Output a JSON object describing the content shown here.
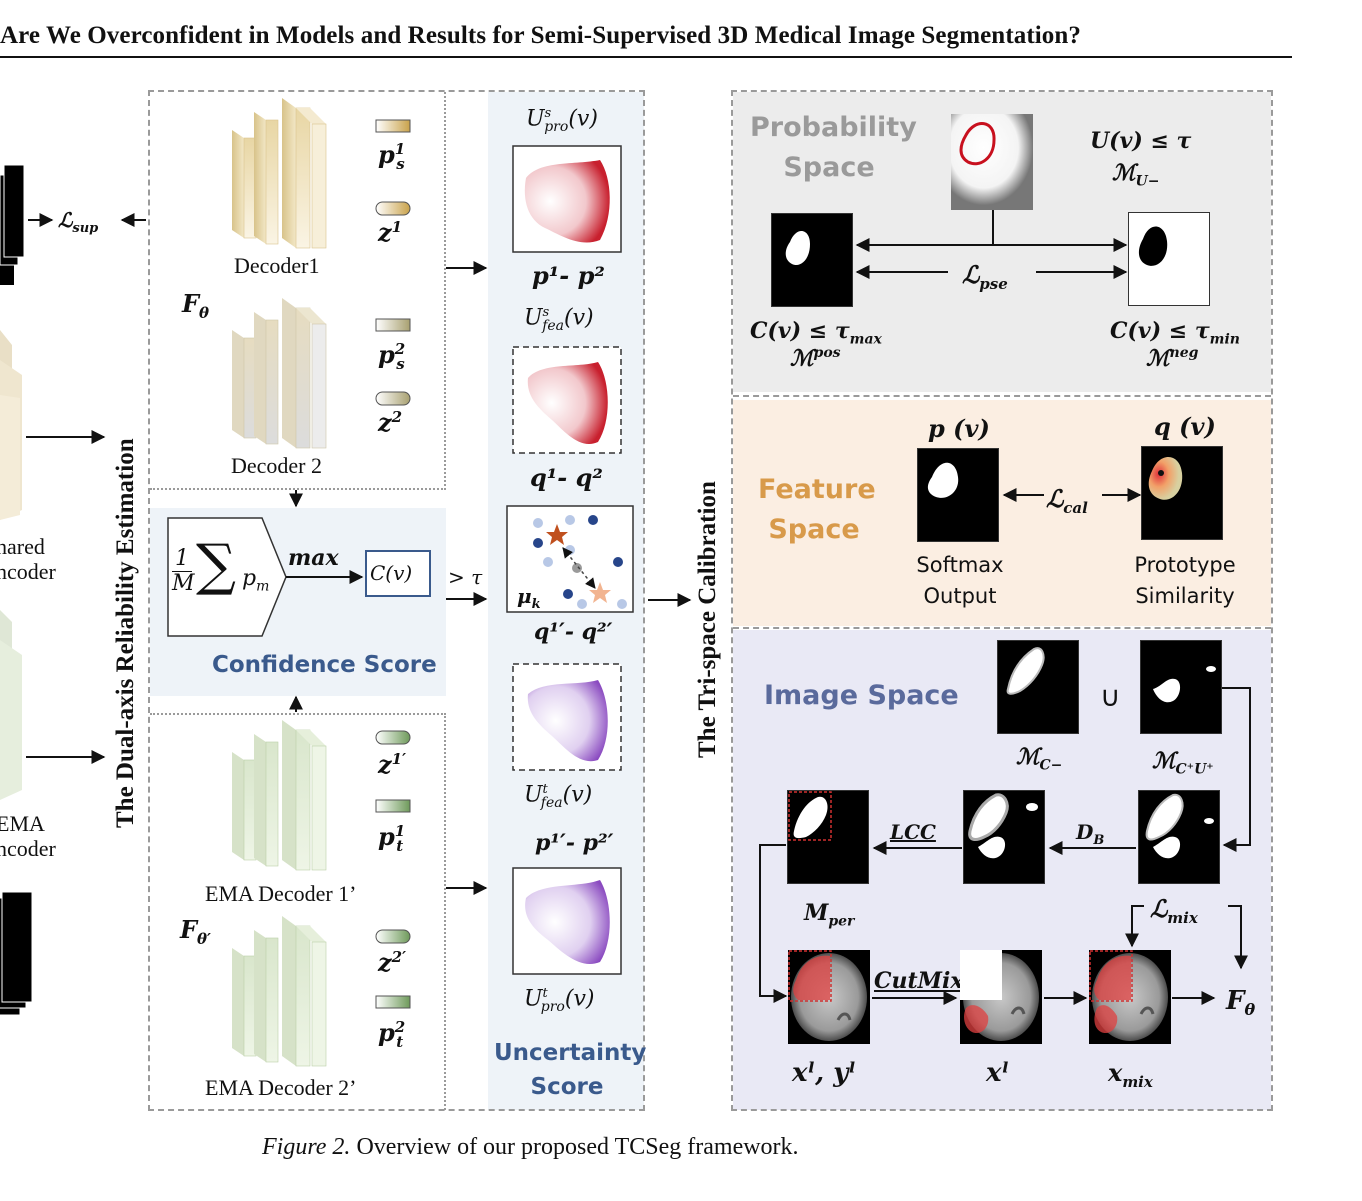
{
  "header": {
    "title": "Are We Overconfident in Models and Results for Semi-Supervised 3D Medical Image Segmentation?"
  },
  "left": {
    "loss_sup": "ℒsup",
    "shared_encoder": [
      "hared",
      "ncoder"
    ],
    "ema_encoder": [
      "EMA",
      "ncoder"
    ]
  },
  "reliability": {
    "vertical_title": "The Dual-axis Reliability Estimation",
    "f_theta": "Fθ",
    "f_theta_prime": "Fθ′",
    "decoder1": {
      "label": "Decoder1",
      "p": "p",
      "p_sub": "s",
      "p_sup": "1",
      "z": "z",
      "z_sup": "1"
    },
    "decoder2": {
      "label": "Decoder 2",
      "p": "p",
      "p_sub": "s",
      "p_sup": "2",
      "z": "z",
      "z_sup": "2"
    },
    "ema_decoder1": {
      "label": "EMA Decoder 1’",
      "z": "z",
      "z_sup": "1′",
      "p": "p",
      "p_sub": "t",
      "p_sup": "1"
    },
    "ema_decoder2": {
      "label": "EMA Decoder 2’",
      "z": "z",
      "z_sup": "2′",
      "p": "p",
      "p_sub": "t",
      "p_sup": "2"
    },
    "confidence": {
      "title": "Confidence Score",
      "frac_num": "1",
      "frac_den": "M",
      "sum": "∑",
      "pm": "p",
      "pm_sub": "m",
      "max": "max",
      "cv": "C(v)",
      "gt_tau": "> τ"
    }
  },
  "uncertainty": {
    "title_line1": "Uncertainty",
    "title_line2": "Score",
    "u_pro_s": {
      "base": "U",
      "sup": "s",
      "sub": "pro",
      "arg": "(v)"
    },
    "p1p2": "p¹- p²",
    "u_fea_s": {
      "base": "U",
      "sup": "s",
      "sub": "fea",
      "arg": "(v)"
    },
    "q1q2": "q¹- q²",
    "mu_k": "μk",
    "q1pq2p": "q¹′- q²′",
    "u_fea_t": {
      "base": "U",
      "sup": "t",
      "sub": "fea",
      "arg": "(v)"
    },
    "p1pp2p": "p¹′- p²′",
    "u_pro_t": {
      "base": "U",
      "sup": "t",
      "sub": "pro",
      "arg": "(v)"
    }
  },
  "calibration": {
    "vertical_title": "The Tri-space Calibration",
    "probability": {
      "title_line1": "Probability",
      "title_line2": "Space",
      "u_le_tau": "U(v) ≤ τ",
      "m_u_minus": "ℳU−",
      "loss_pse": "ℒpse",
      "c_le_tau_max": "C(v) ≤ τmax",
      "m_pos": "ℳpos",
      "c_le_tau_min": "C(v) ≤ τmin",
      "m_neg": "ℳneg"
    },
    "feature": {
      "title_line1": "Feature",
      "title_line2": "Space",
      "p_v": "p (v)",
      "q_v": "q (v)",
      "loss_cal": "ℒcal",
      "softmax_line1": "Softmax",
      "softmax_line2": "Output",
      "proto_line1": "Prototype",
      "proto_line2": "Similarity"
    },
    "image": {
      "title": "Image Space",
      "union": "∪",
      "m_c_minus": "ℳC−",
      "m_cplus_uplus": "ℳC⁺U⁺",
      "lcc": "LCC",
      "db": "DB",
      "m_per": "Mper",
      "loss_mix": "ℒmix",
      "cutmix": "CutMix",
      "xl_yl": "xˡ, yˡ",
      "xl": "xˡ",
      "x_mix": "xmix",
      "f_theta": "Fθ"
    }
  },
  "caption": {
    "figure": "Figure 2.",
    "text": "Overview of our proposed TCSeg framework."
  },
  "colors": {
    "panel_blue": "#eef3f8",
    "panel_gray": "#ececec",
    "panel_orange": "#fbeee2",
    "panel_lavender": "#e9e9f5",
    "title_blue": "#3a5a8c",
    "title_orange": "#d89a4a",
    "title_gray": "#9a9a9a",
    "title_slate": "#5a6a9c"
  }
}
